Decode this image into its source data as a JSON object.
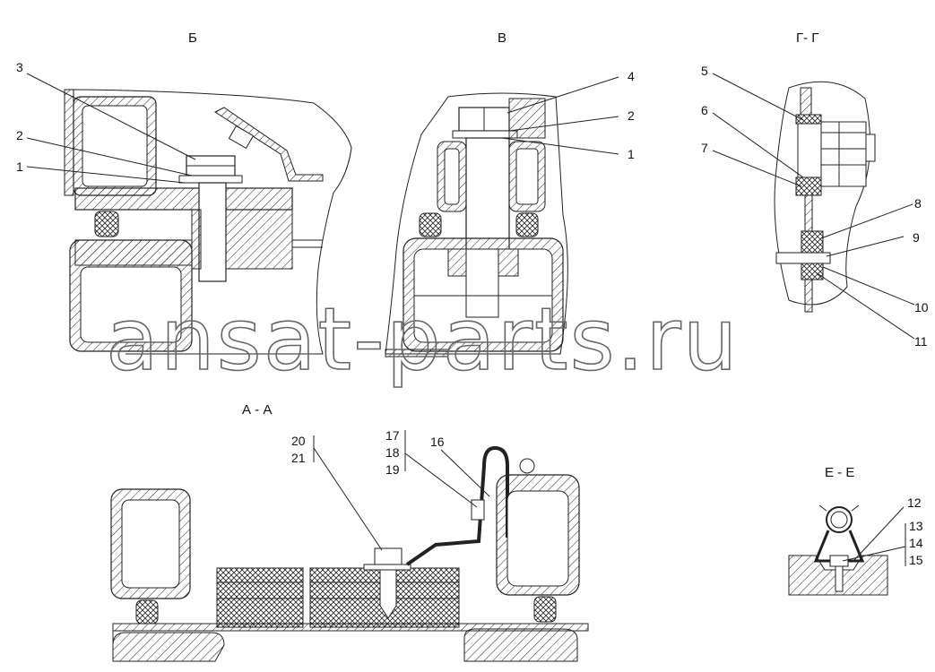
{
  "views": {
    "b": {
      "title": "Б",
      "callouts": [
        "3",
        "2",
        "1"
      ]
    },
    "v": {
      "title": "В",
      "callouts": [
        "4",
        "2",
        "1"
      ]
    },
    "gg": {
      "title": "Г- Г",
      "callouts": [
        "5",
        "6",
        "7",
        "8",
        "9",
        "10",
        "11"
      ]
    },
    "aa": {
      "title": "А - А",
      "callouts": [
        "20",
        "21",
        "17",
        "18",
        "19",
        "16"
      ]
    },
    "ee": {
      "title": "Е - Е",
      "callouts": [
        "12",
        "13",
        "14",
        "15"
      ]
    }
  },
  "watermark": "ansat-parts.ru"
}
